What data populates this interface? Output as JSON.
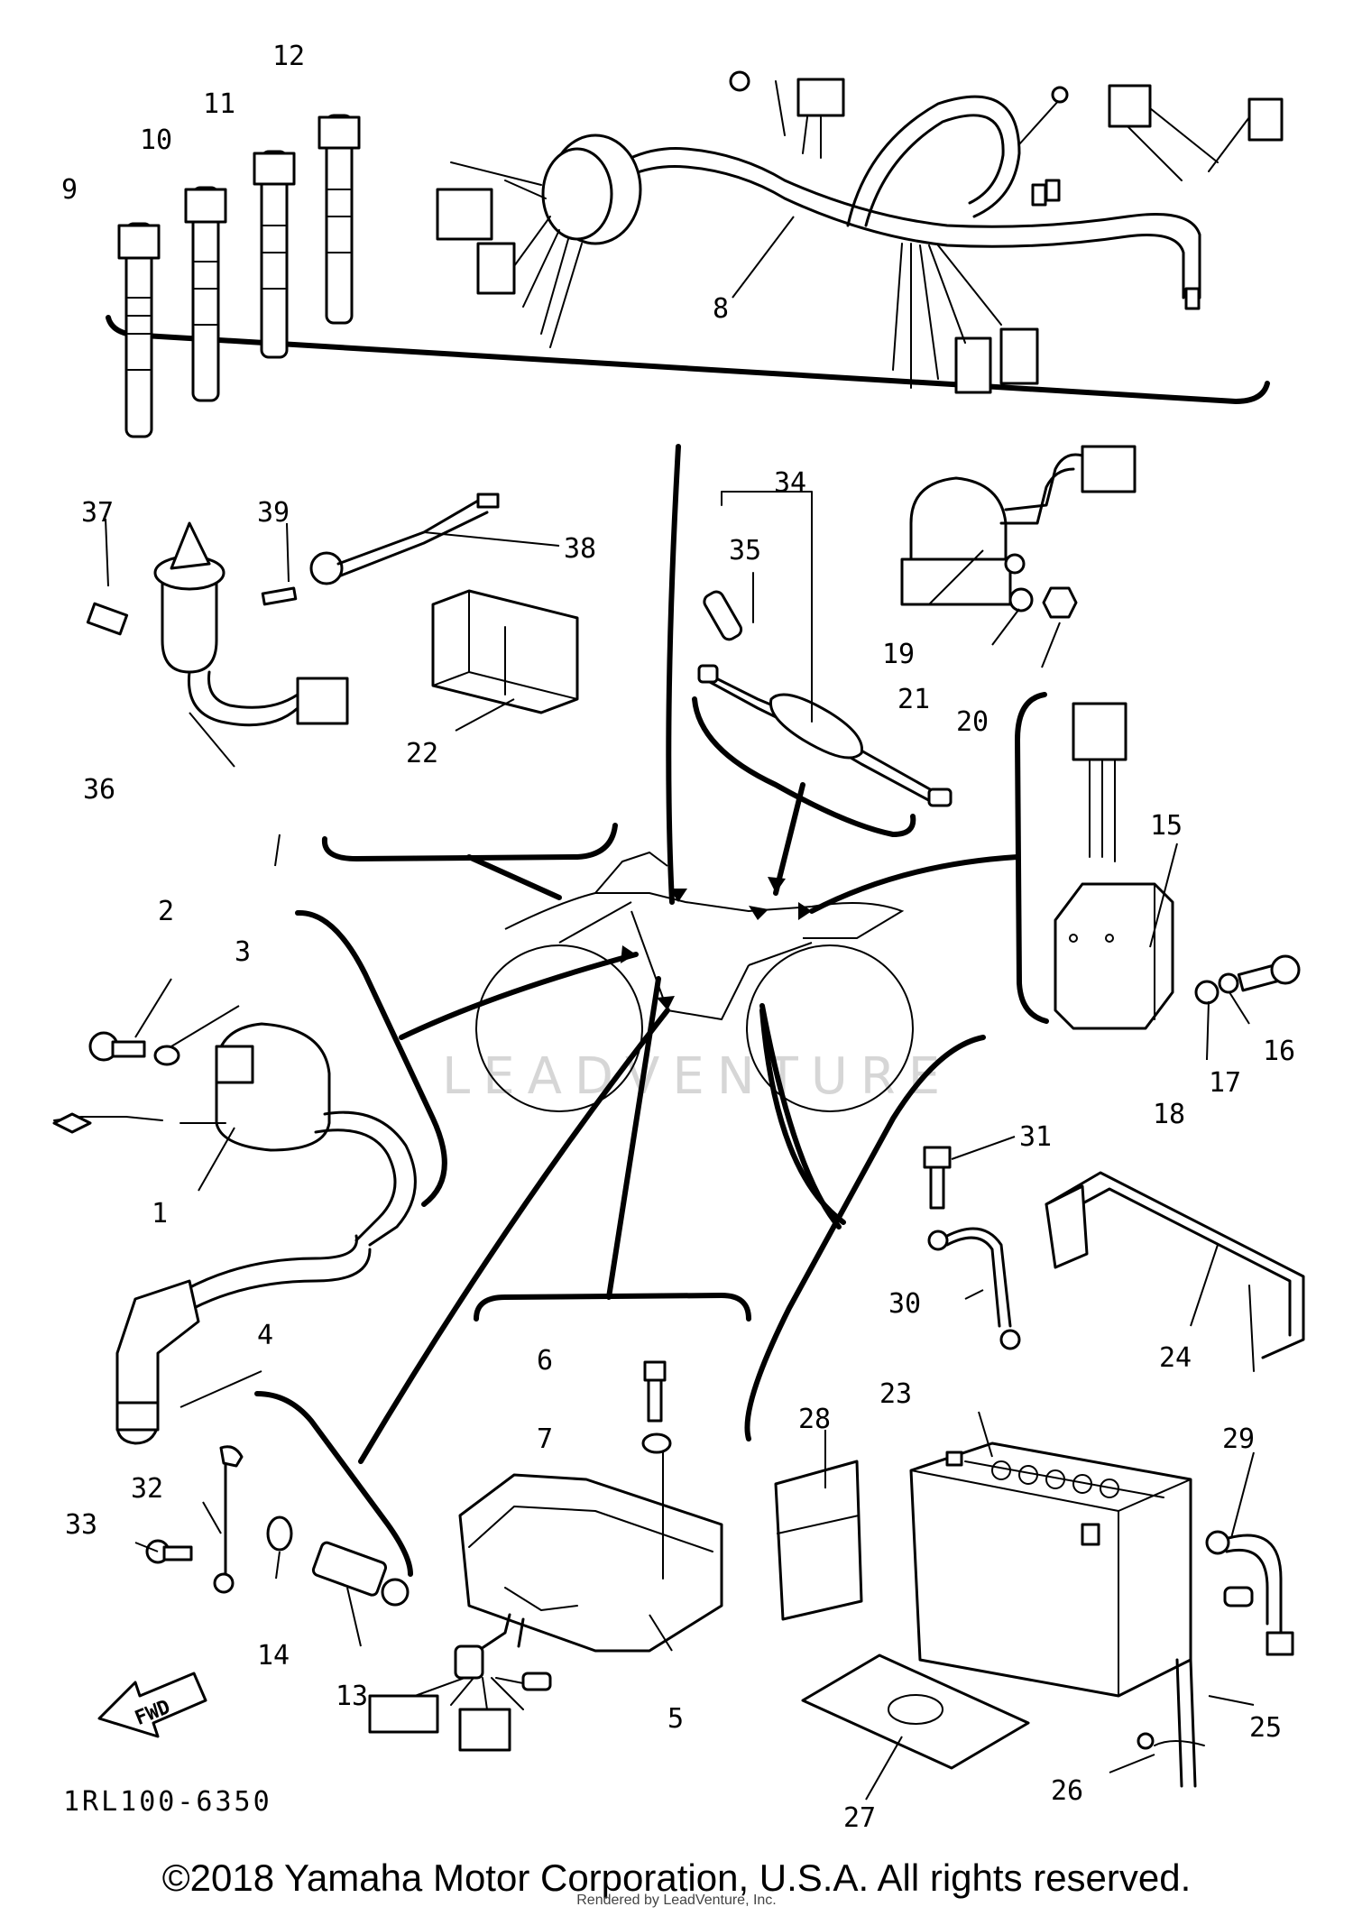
{
  "diagram_code": "1RL100-6350",
  "copyright": "©2018 Yamaha Motor Corporation, U.S.A. All rights reserved.",
  "rendered_by": "Rendered by LeadVenture, Inc.",
  "watermark": "LEADVENTURE",
  "fwd_label": "FWD",
  "callouts": {
    "c1": "1",
    "c2": "2",
    "c3": "3",
    "c4": "4",
    "c5": "5",
    "c6": "6",
    "c7": "7",
    "c8": "8",
    "c9": "9",
    "c10": "10",
    "c11": "11",
    "c12": "12",
    "c13": "13",
    "c14": "14",
    "c15": "15",
    "c16": "16",
    "c17": "17",
    "c18": "18",
    "c19": "19",
    "c20": "20",
    "c21": "21",
    "c22": "22",
    "c23": "23",
    "c24": "24",
    "c25": "25",
    "c26": "26",
    "c27": "27",
    "c28": "28",
    "c29": "29",
    "c30": "30",
    "c31": "31",
    "c32": "32",
    "c33": "33",
    "c34": "34",
    "c35": "35",
    "c36": "36",
    "c37": "37",
    "c38": "38",
    "c39": "39"
  }
}
